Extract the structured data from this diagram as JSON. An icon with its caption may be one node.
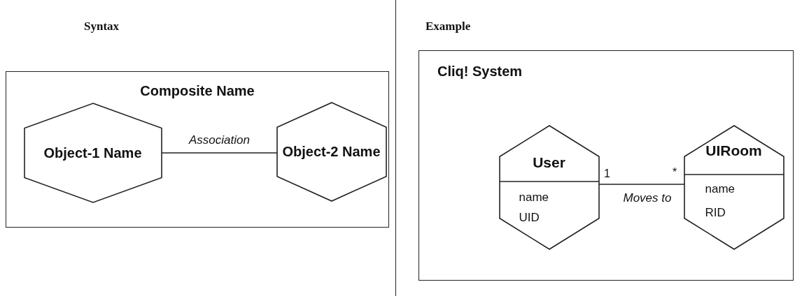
{
  "diagram": {
    "nodes": [
      {
        "text": [
          "Composite Name"
        ]
      },
      {
        "text": [
          "Object-1 Name"
        ],
        "in": 0
      },
      {
        "text": [
          "Object-2 Name"
        ],
        "in": 0
      },
      {
        "text": [
          "Cliq! System"
        ]
      },
      {
        "text": [
          "User",
          "name",
          "UID"
        ],
        "in": 3
      },
      {
        "text": [
          "UIRoom",
          "name",
          "RID"
        ],
        "in": 3
      }
    ],
    "edges": [
      {
        "from": 1,
        "to": 2,
        "arrow": "none",
        "label": "Association"
      },
      {
        "from": 4,
        "to": 5,
        "arrow": "none",
        "label": "Moves to"
      }
    ],
    "labels": [
      "Syntax",
      "Example",
      "1",
      "*"
    ]
  }
}
